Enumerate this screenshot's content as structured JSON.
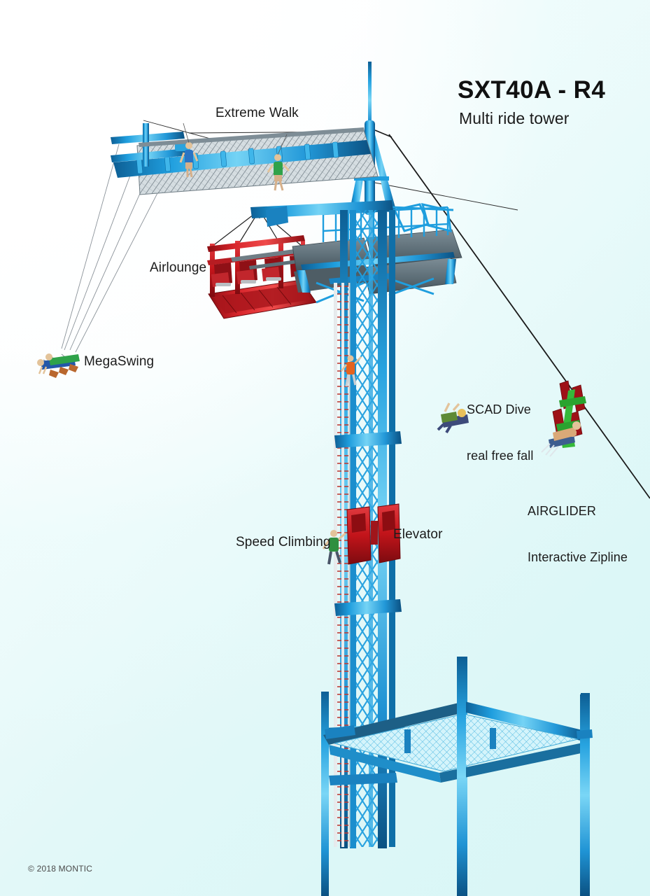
{
  "document": {
    "kind": "technical-illustration",
    "title": "SXT40A - R4",
    "subtitle": "Multi ride tower",
    "copyright": "© 2018 MONTIC",
    "background": {
      "from": "#ffffff",
      "to": "#dcf7f7"
    }
  },
  "palette": {
    "structure_blue": "#1f9ede",
    "structure_blue_dark": "#0f6fa8",
    "structure_blue_light": "#6fd0f2",
    "deck_grey": "#5d6e77",
    "accent_red": "#c8151b",
    "accent_red_dark": "#8d0d12",
    "cable_black": "#1a1a1a",
    "ladder_white": "#eceff1",
    "text_black": "#1b1b1b"
  },
  "labels": [
    {
      "id": "extreme-walk",
      "text": "Extreme Walk"
    },
    {
      "id": "airlounge",
      "text": "Airlounge"
    },
    {
      "id": "megaswing",
      "text": "MegaSwing"
    },
    {
      "id": "scad-line1",
      "text": "SCAD Dive"
    },
    {
      "id": "scad-line2",
      "text": "real free fall"
    },
    {
      "id": "airglider-line1",
      "text": "AIRGLIDER"
    },
    {
      "id": "airglider-line2",
      "text": "Interactive Zipline"
    },
    {
      "id": "speed-climbing",
      "text": "Speed Climbing"
    },
    {
      "id": "elevator",
      "text": "Elevator"
    }
  ],
  "attractions": {
    "extreme_walk": {
      "label": "Extreme Walk",
      "description": "Cantilever walkway with mesh grating deck",
      "riders": 2
    },
    "airlounge": {
      "label": "Airlounge",
      "description": "Red suspended seating gondola",
      "riders": 0
    },
    "megaswing": {
      "label": "MegaSwing",
      "description": "Pendulum swing on long cables",
      "riders": 2
    },
    "scad_dive": {
      "label": "SCAD Dive",
      "sublabel": "real free fall",
      "description": "Free fall into catch net",
      "riders": 1
    },
    "airglider": {
      "label": "AIRGLIDER",
      "sublabel": "Interactive Zipline",
      "description": "Winged zipline glider",
      "riders": 2
    },
    "speed_climbing": {
      "label": "Speed Climbing",
      "description": "Vertical speed climbing ladder",
      "riders": 2
    },
    "elevator": {
      "label": "Elevator",
      "description": "Red cabin lift on tower mast",
      "cabins": 2
    }
  }
}
